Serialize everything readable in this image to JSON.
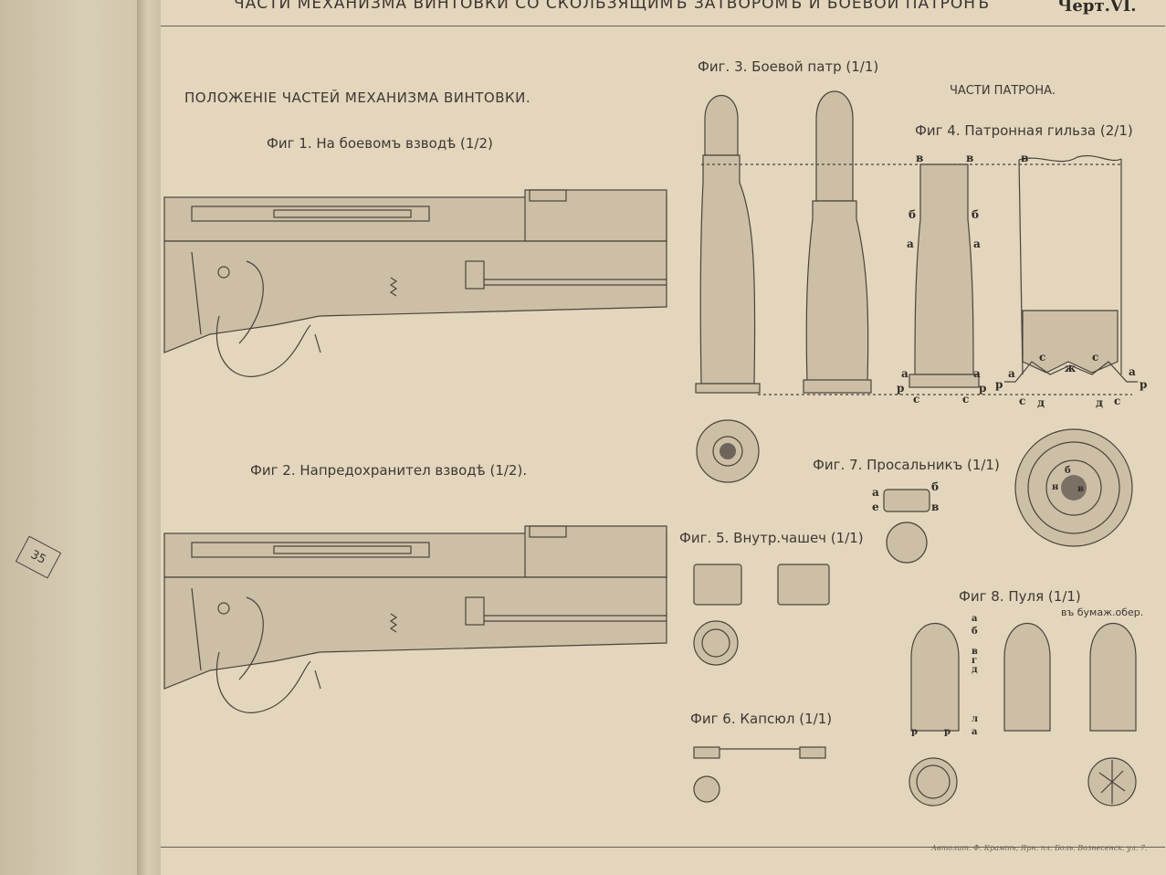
{
  "header": {
    "title": "ЧАСТИ МЕХАНИЗМА ВИНТОВКИ СО СКОЛЬЗЯЩИМЪ ЗАТВОРОМЪ И БОЕВОЙ ПАТРОНЪ",
    "plate_number": "Черт.VI."
  },
  "left_section": {
    "title": "ПОЛОЖЕНІЕ ЧАСТЕЙ МЕХАНИЗМА ВИНТОВКИ.",
    "fig1": "Фиг 1. На боевомъ взводѣ (1/2)",
    "fig2": "Фиг 2. Напредохранител взводѣ (1/2)."
  },
  "right_section": {
    "fig3": "Фиг. 3. Боевой патр (1/1)",
    "cartridge_parts": "ЧАСТИ ПАТРОНА.",
    "fig4": "Фиг 4. Патронная гильза (2/1)",
    "fig5": "Фиг. 5. Внутр.чашеч (1/1)",
    "fig6": "Фиг 6. Капсюл (1/1)",
    "fig7": "Фиг. 7. Просальникъ (1/1)",
    "fig8": "Фиг 8. Пуля (1/1)",
    "fig8_note": "въ бумаж.обер."
  },
  "letters": {
    "v": "в",
    "b": "б",
    "a": "а",
    "r": "р",
    "s": "с",
    "d": "д",
    "zh": "ж",
    "e": "е",
    "g": "г",
    "l": "л",
    "n": "н"
  },
  "stamp": "35",
  "imprint": "Автолит. Ф. Крампѣ, Ярн. пл. Боль. Вознесенск. ул. 7."
}
